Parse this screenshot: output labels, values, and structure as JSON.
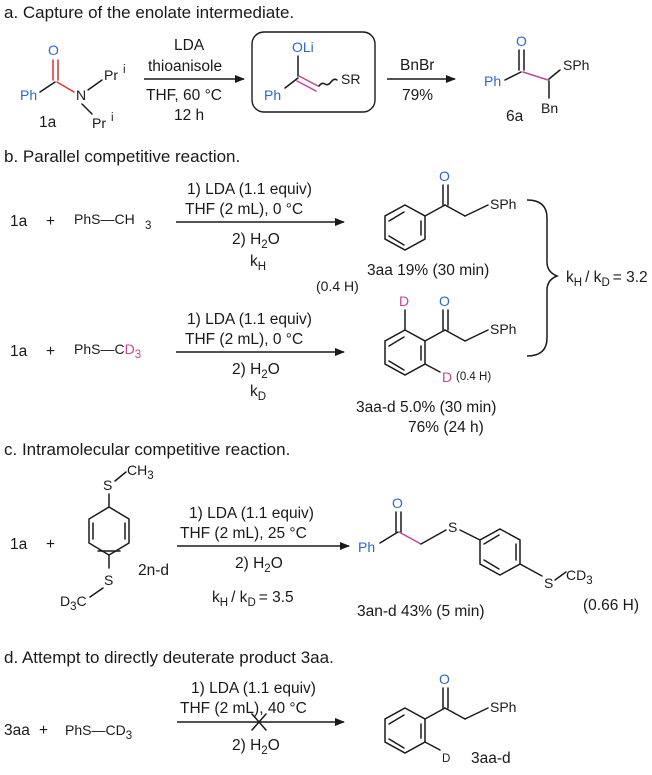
{
  "sections": {
    "a": {
      "heading": "a. Capture of the enolate intermediate."
    },
    "b": {
      "heading": "b. Parallel competitive reaction."
    },
    "c": {
      "heading": "c. Intramolecular competitive reaction."
    },
    "d": {
      "heading": "d. Attempt to directly deuterate product 3aa."
    }
  },
  "a": {
    "cond1": "LDA",
    "cond2": "thioanisole",
    "cond3": "THF, 60 °C",
    "cond4": "12 h",
    "reagent": "BnBr",
    "yield": "79%",
    "label_1a": "1a",
    "label_6a": "6a",
    "O": "O",
    "N": "N",
    "Ph": "Ph",
    "Pri": "Pr",
    "i": "i",
    "OLi": "OLi",
    "SR": "SR",
    "SPh": "SPh",
    "Bn": "Bn"
  },
  "b": {
    "r1": "1a",
    "plus": "+",
    "reagent1": "PhS—CH",
    "three": "3",
    "c1": "1) LDA (1.1 equiv)",
    "c2": "THF (2 mL), 0 °C",
    "c3": "2) H",
    "c3b": "2",
    "c3c": "O",
    "kH": "k",
    "H": "H",
    "kD": "k",
    "D": "D",
    "reagent2": "PhS—C",
    "D3": "D",
    "prod1": "3aa 19% (30 min)",
    "ratio": "/ k",
    "ratio_val": "= 3.2",
    "h04": "(0.4 H)",
    "h04b": "(0.4 H)",
    "prod2": "3aa-d 5.0% (30 min)",
    "prod2b": "76% (24 h)",
    "SPh": "SPh",
    "O": "O"
  },
  "c": {
    "r1": "1a",
    "plus": "+",
    "c1": "1) LDA (1.1 equiv)",
    "c2": "THF (2 mL), 25 °C",
    "c3": "2) H",
    "c3b": "2",
    "c3c": "O",
    "ratio": "= 3.5",
    "label_2n": "2n-d",
    "S": "S",
    "CH3": "CH",
    "D3C": "D",
    "D3C_c": "C",
    "prod": "3an-d  43% (5 min)",
    "h066": "(0.66 H)",
    "CD3": "CD",
    "Ph": "Ph",
    "O": "O"
  },
  "d": {
    "r1": "3aa",
    "plus": "+",
    "reagent": "PhS—CD",
    "c1": "1) LDA (1.1 equiv)",
    "c2": "THF (2 mL), 40 °C",
    "c3": "2) H",
    "c3b": "2",
    "c3c": "O",
    "prod": "3aa-d",
    "SPh": "SPh",
    "O": "O",
    "D": "D"
  }
}
